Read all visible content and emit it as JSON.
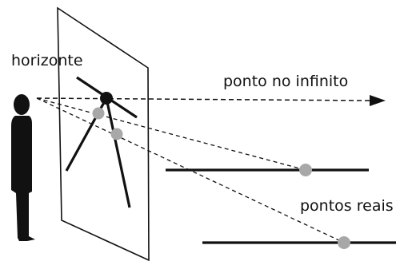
{
  "labels": {
    "horizon": "horizonte",
    "infinity_point": "ponto no infinito",
    "real_points": "pontos reais"
  },
  "colors": {
    "ink": "#111111",
    "point_gray": "#a8a8a8",
    "background": "#ffffff"
  },
  "icons": {
    "observer": "person-silhouette-icon",
    "arrow": "arrow-right-icon"
  }
}
